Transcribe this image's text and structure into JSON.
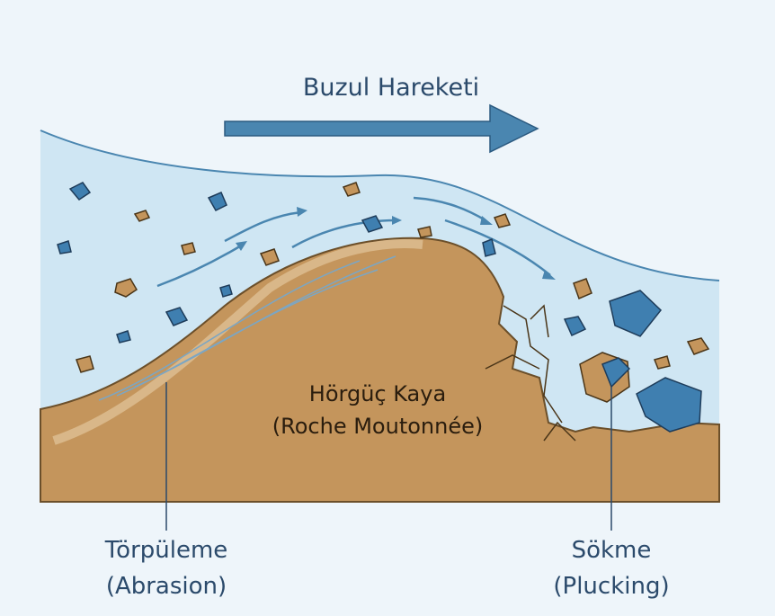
{
  "title": "Buzul Hareketi",
  "rock_label": {
    "line1": "Hörgüç Kaya",
    "line2": "(Roche Moutonnée)"
  },
  "abrasion_label": {
    "line1": "Törpüleme",
    "line2": "(Abrasion)"
  },
  "plucking_label": {
    "line1": "Sökme",
    "line2": "(Plucking)"
  },
  "colors": {
    "background": "#eef5fa",
    "ice": "#cfe6f3",
    "rock": "#c4955c",
    "rock_dark": "#8a6a3c",
    "arrow": "#4a86b0",
    "blue_stone": "#3f7fb0",
    "text": "#2b4a6b"
  }
}
